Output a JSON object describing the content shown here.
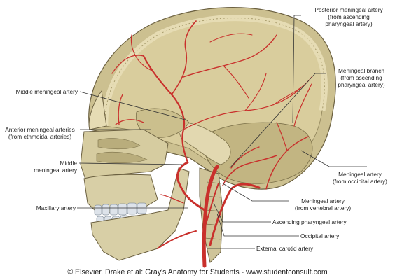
{
  "labels": {
    "posterior_meningeal": "Posterior meningeal artery\n(from ascending\npharyngeal artery)",
    "meningeal_branch": "Meningeal branch\n(from ascending\npharyngeal artery)",
    "middle_meningeal_top": "Middle meningeal artery",
    "anterior_meningeal": "Anterior meningeal arteries\n(from ethmoidal arteries)",
    "middle_meningeal_lower": "Middle\nmeningeal artery",
    "maxillary": "Maxillary artery",
    "meningeal_occipital": "Meningeal artery\n(from occipital artery)",
    "meningeal_vertebral": "Meningeal artery\n(from vertebral artery)",
    "ascending_pharyngeal": "Ascending pharyngeal artery",
    "occipital": "Occipital artery",
    "external_carotid": "External carotid artery"
  },
  "credit": "© Elsevier. Drake et al: Gray's Anatomy for Students - www.studentconsult.com",
  "colors": {
    "bone": "#d8cfa6",
    "bone_shadow": "#b6ab7c",
    "inner_surface": "#cfc28e",
    "artery": "#c9302c",
    "teeth": "#dde3ea"
  }
}
